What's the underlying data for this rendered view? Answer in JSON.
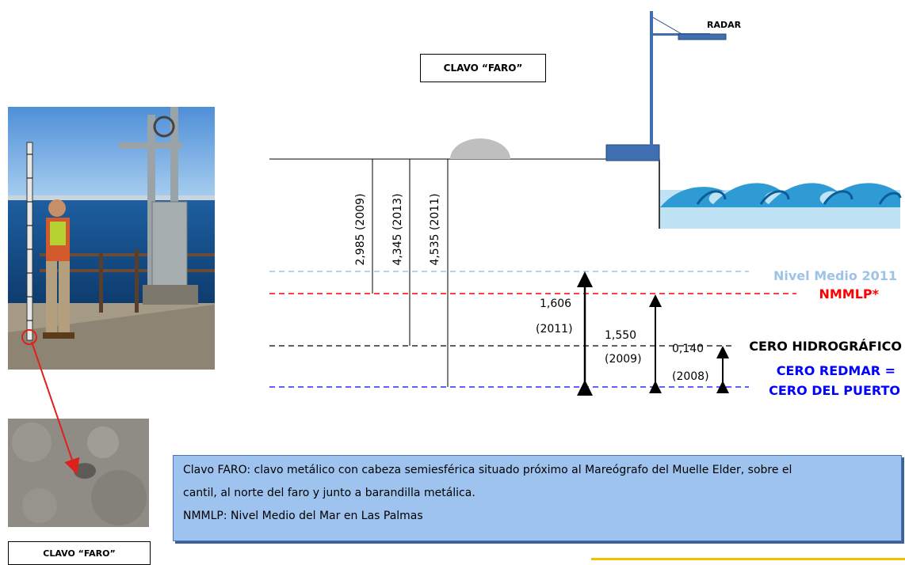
{
  "top_box": {
    "title": "CLAVO “FARO”"
  },
  "bottom_box": {
    "title": "CLAVO “FARO”"
  },
  "radar": {
    "label": "RADAR"
  },
  "measurements": [
    {
      "label": "2,985 (2009)"
    },
    {
      "label": "4,345 (2013)"
    },
    {
      "label": "4,535 (2011)"
    }
  ],
  "dimensions": [
    {
      "value": "1,606",
      "year": "(2011)"
    },
    {
      "value": "1,550",
      "year": "(2009)"
    },
    {
      "value": "0,140",
      "year": "(2008)"
    }
  ],
  "levels": {
    "nivel_medio": {
      "label": "Nivel Medio 2011",
      "color": "#9dc3e6"
    },
    "nmmlp": {
      "label": "NMMLP*",
      "color": "#ff0000"
    },
    "cero_hidrografico": {
      "label": "CERO HIDROGRÁFICO",
      "color": "#000000"
    },
    "cero_redmar": {
      "line1": "CERO REDMAR =",
      "line2": "CERO DEL PUERTO",
      "color": "#0000ff"
    }
  },
  "notes": {
    "line1": "Clavo FARO: clavo metálico con cabeza semiesférica situado próximo al Mareógrafo del Muelle Elder, sobre el",
    "line2": "cantil, al norte del faro y junto a barandilla metálica.",
    "line3": "NMMLP: Nivel Medio del Mar en Las Palmas"
  }
}
